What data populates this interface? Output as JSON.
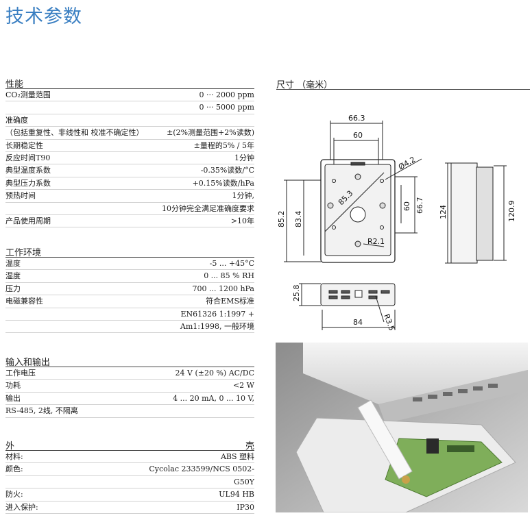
{
  "title": "技术参数",
  "performance": {
    "heading": "性能",
    "rows": [
      {
        "label": "CO₂测量范围",
        "value": "0 ··· 2000 ppm"
      },
      {
        "label": "",
        "value": "0 ··· 5000 ppm"
      },
      {
        "label": "准确度",
        "value": ""
      },
      {
        "label": "（包括重复性、非线性和 校准不确定性）",
        "value": "±(2%测量范围+2%读数)"
      },
      {
        "label": "长期稳定性",
        "value": "±量程的5% / 5年"
      },
      {
        "label": "反应时间T90",
        "value": "1分钟"
      },
      {
        "label": "典型温度系数",
        "value": "-0.35%读数/°C"
      },
      {
        "label": "典型压力系数",
        "value": "+0.15%读数/hPa"
      },
      {
        "label": "预热时间",
        "value": "1分钟,"
      },
      {
        "label": "",
        "value": "10分钟完全满足准确度要求"
      },
      {
        "label": "产品使用周期",
        "value": ">10年"
      }
    ]
  },
  "environment": {
    "heading": "工作环境",
    "rows": [
      {
        "label": "温度",
        "value": "-5 ... +45°C"
      },
      {
        "label": "湿度",
        "value": "0 ... 85 % RH"
      },
      {
        "label": "压力",
        "value": "700 ... 1200 hPa"
      },
      {
        "label": "电磁兼容性",
        "value": "符合EMS标准"
      },
      {
        "label": "",
        "value": "EN61326 1:1997 +"
      },
      {
        "label": "",
        "value": "Am1:1998, 一般环境"
      }
    ]
  },
  "io": {
    "heading": "输入和输出",
    "rows": [
      {
        "label": "工作电压",
        "value": "24 V (±20 %) AC/DC"
      },
      {
        "label": "功耗",
        "value": "<2 W"
      },
      {
        "label": "输出",
        "value": "4 ... 20 mA, 0 ... 10 V,"
      },
      {
        "label": "RS-485, 2线, 不隔离",
        "value": ""
      }
    ]
  },
  "housing": {
    "heading_left": "外",
    "heading_right": "壳",
    "rows": [
      {
        "label": "材料:",
        "value": "ABS 塑料"
      },
      {
        "label": "颜色:",
        "value": "Cycolac 233599/NCS 0502-"
      },
      {
        "label": "",
        "value": "G50Y"
      },
      {
        "label": "防火:",
        "value": "UL94 HB"
      },
      {
        "label": "进入保护:",
        "value": "IP30"
      }
    ]
  },
  "dimensions": {
    "heading": "尺寸 （毫米）",
    "labels": {
      "w663": "66.3",
      "w60": "60",
      "d42": "Ø4.2",
      "d853": "85.3",
      "h852": "85.2",
      "h834": "83.4",
      "h60": "60",
      "h667": "66.7",
      "r21": "R2.1",
      "h124": "124",
      "h1209": "120.9",
      "h258": "25.8",
      "w84": "84",
      "r35": "R3.5"
    }
  }
}
